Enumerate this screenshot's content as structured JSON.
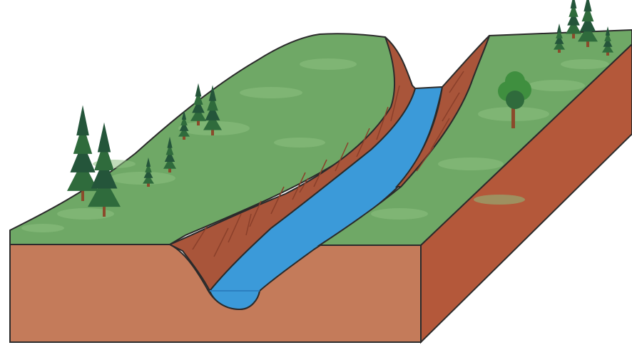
{
  "diagram": {
    "colors": {
      "background": "#ffffff",
      "grass": "#6fa866",
      "grass_light": "#8dbf7f",
      "soil_front": "#c47b5a",
      "soil_side": "#b4583a",
      "canyon_wall": "#a9553a",
      "canyon_wall_dark": "#8a3f2a",
      "water": "#3b9ad9",
      "water_dark": "#2b7fc0",
      "conifer": "#2f6b3c",
      "conifer_dark": "#24553a",
      "deciduous": "#3f8f3f",
      "trunk": "#8b4a2b",
      "outline": "#2b2b2b"
    },
    "features": [
      "grass-plateau-left",
      "grass-plateau-right",
      "canyon-wall-left",
      "canyon-wall-right",
      "river",
      "soil-cross-section",
      "conifer-trees",
      "deciduous-tree"
    ]
  }
}
